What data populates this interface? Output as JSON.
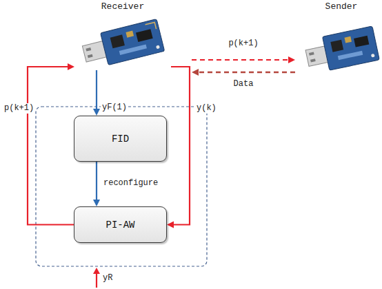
{
  "diagram": {
    "nodes": [
      {
        "text": [
          "Receiver"
        ]
      },
      {
        "text": [
          "Sender"
        ]
      },
      {
        "text": [
          "FID"
        ]
      },
      {
        "text": [
          "PI-AW"
        ]
      }
    ],
    "edges": [
      {
        "from": 0,
        "to": 1,
        "label": "p(k+1)",
        "arrow": "to"
      },
      {
        "from": 1,
        "to": 0,
        "label": "Data",
        "arrow": "to"
      },
      {
        "from": 0,
        "to": 2,
        "label": "yF(1)",
        "arrow": "to"
      },
      {
        "from": 2,
        "to": 3,
        "label": "reconfigure",
        "arrow": "to"
      },
      {
        "from": 3,
        "to": 0,
        "label": "p(k+1)",
        "arrow": "to"
      },
      {
        "from": 0,
        "to": 3,
        "label": "y(k)",
        "arrow": "to"
      }
    ],
    "labels": [
      "yR"
    ]
  }
}
